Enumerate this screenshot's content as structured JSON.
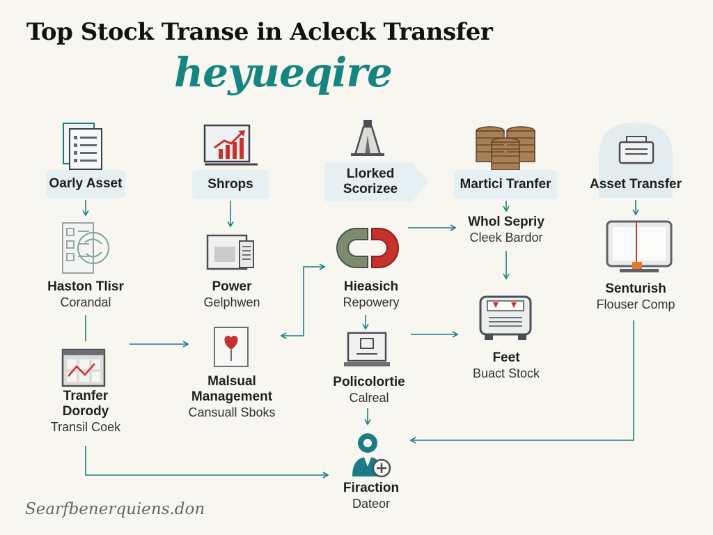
{
  "header": {
    "title": "Top Stock Transe in Acleck Transfer",
    "brand": "heyueqire",
    "brand_color": "#17857f"
  },
  "nodes": {
    "oarly_asset": {
      "label": "Oarly Asset",
      "icon": "document-list-icon"
    },
    "shrops": {
      "label": "Shrops",
      "icon": "growth-chart-icon"
    },
    "llorked_scorizee": {
      "label_line1": "Llorked",
      "label_line2": "Scorizee",
      "icon": "pyramid-icon"
    },
    "martici_tranfer": {
      "label": "Martici Tranfer",
      "icon": "coin-stacks-icon"
    },
    "asset_transfer": {
      "label": "Asset Transfer",
      "icon": "safe-box-icon"
    },
    "haston_tlisr": {
      "label": "Haston Tlisr",
      "sub": "Corandal",
      "icon": "ledger-icon"
    },
    "power": {
      "label": "Power",
      "sub": "Gelphwen",
      "icon": "browser-window-icon"
    },
    "hieasich": {
      "label": "Hieasich",
      "sub": "Repowery",
      "icon": "magnet-icon"
    },
    "whol_sepriy": {
      "label": "Whol Sepriy",
      "sub": "Cleek Bardor"
    },
    "senturish": {
      "label": "Senturish",
      "sub": "Flouser Comp",
      "icon": "monitor-icon"
    },
    "tranfer_dorody": {
      "label_line1": "Tranfer",
      "label_line2": "Dorody",
      "sub": "Transil Coek",
      "icon": "calendar-grid-icon"
    },
    "malsual_management": {
      "label_line1": "Malsual",
      "label_line2": "Management",
      "sub": "Cansuall Sboks",
      "icon": "heart-card-icon"
    },
    "policolortie": {
      "label": "Policolortie",
      "sub": "Calreal",
      "icon": "laptop-icon"
    },
    "feet": {
      "label": "Feet",
      "sub": "Buact Stock",
      "icon": "printer-icon"
    },
    "firaction": {
      "label": "Firaction",
      "sub": "Dateor",
      "icon": "user-add-icon"
    }
  },
  "footer": {
    "text": "Searfbenerquiens.don"
  },
  "colors": {
    "teal": "#1b7c86",
    "red": "#c8322e",
    "pill": "#e6eff1",
    "gray": "#6c6f74"
  }
}
